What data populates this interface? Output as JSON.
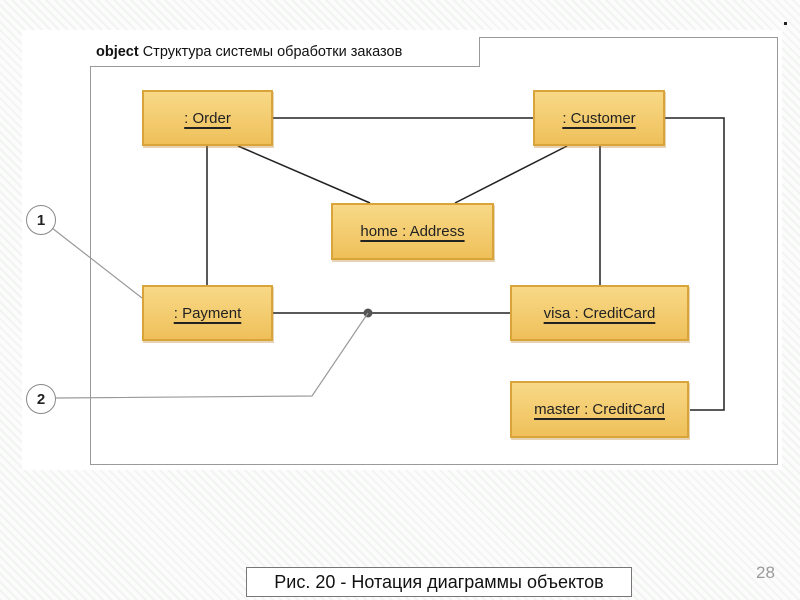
{
  "frame": {
    "keyword": "object",
    "title": "Структура системы обработки заказов"
  },
  "objects": {
    "order": ": Order",
    "customer": ": Customer",
    "address": "home : Address",
    "payment": ": Payment",
    "visa": "visa : CreditCard",
    "master": "master : CreditCard"
  },
  "callouts": {
    "first": "1",
    "second": "2"
  },
  "caption": "Рис. 20 - Нотация диаграммы объектов",
  "page_number": "28",
  "colors": {
    "object_fill": "#f4cc6e",
    "object_border": "#d9a43a",
    "line": "#222222",
    "callout_line": "#999999"
  }
}
